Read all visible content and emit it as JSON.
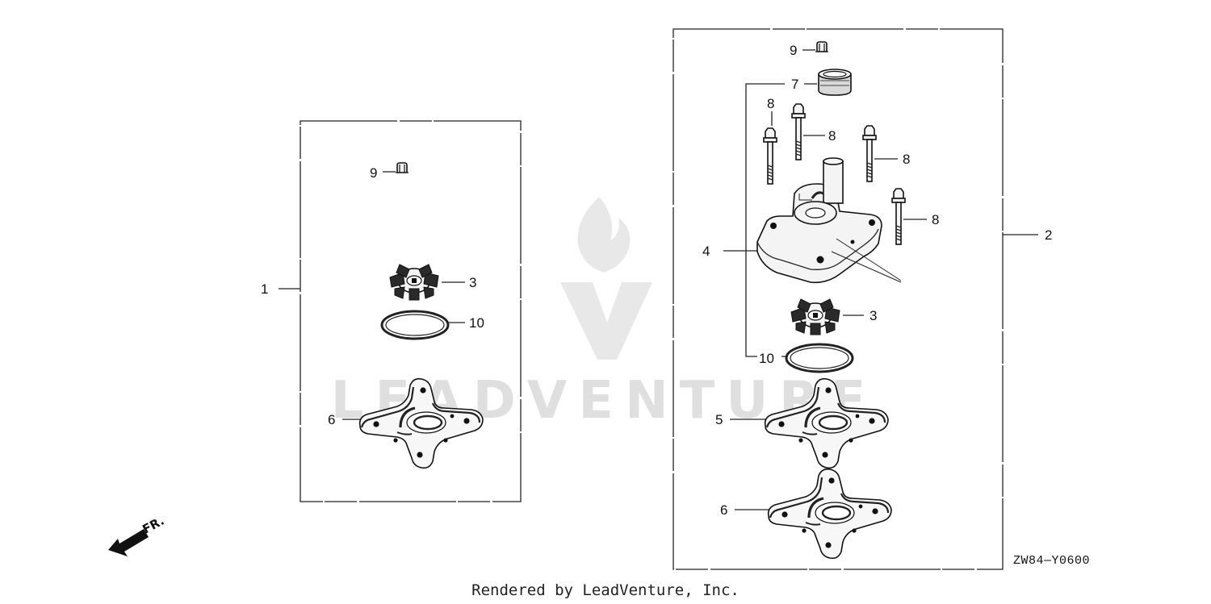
{
  "watermark": {
    "text": "LEADVENTURE"
  },
  "diagram_code": "ZW84—Y0600",
  "credit": "Rendered by LeadVenture, Inc.",
  "direction_marker": "FR.",
  "left_kit": {
    "kit_number": "1",
    "callouts": {
      "clip": "9",
      "impeller": "3",
      "o_ring": "10",
      "gasket": "6"
    }
  },
  "right_kit": {
    "kit_number": "2",
    "callouts": {
      "clip": "9",
      "grommet": "7",
      "bolts": [
        "8",
        "8",
        "8",
        "8"
      ],
      "housing": "4",
      "impeller": "3",
      "o_ring": "10",
      "plate": "5",
      "gasket": "6"
    }
  }
}
